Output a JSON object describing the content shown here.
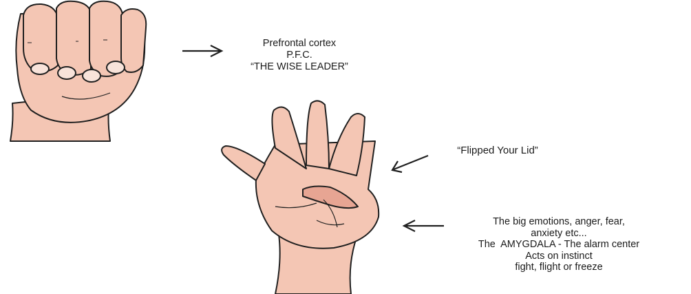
{
  "pfc": {
    "line1": "Prefrontal cortex",
    "line2": "P.F.C.",
    "line3": "“THE WISE LEADER”"
  },
  "flipped": {
    "text": "“Flipped Your Lid”"
  },
  "amygdala": {
    "line1": "The big emotions, anger, fear,",
    "line2": "anxiety etc...",
    "line3": "The  AMYGDALA - The alarm center",
    "line4": "Acts on instinct",
    "line5": "fight, flight or freeze"
  },
  "colors": {
    "skin": "#f4c6b4",
    "skin_shadow": "#e7a593",
    "nail": "#f8e3da",
    "outline": "#1f1f1f"
  }
}
